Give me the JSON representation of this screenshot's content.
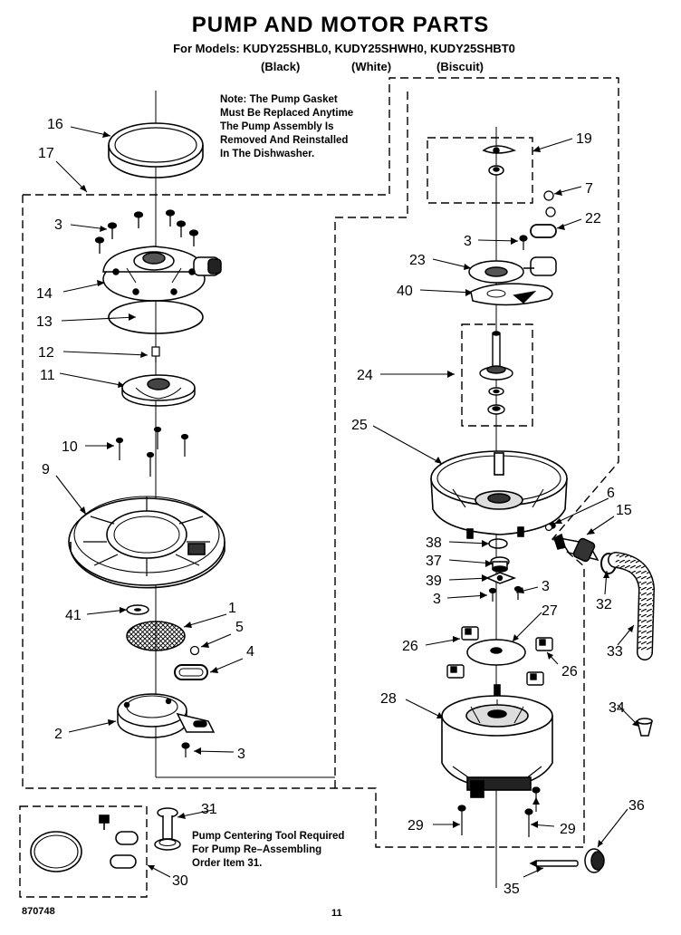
{
  "header": {
    "title": "PUMP AND MOTOR PARTS",
    "models_line": "For Models: KUDY25SHBL0, KUDY25SHWH0, KUDY25SHBT0",
    "variants": [
      "(Black)",
      "(White)",
      "(Biscuit)"
    ]
  },
  "note": {
    "lines": [
      "Note: The Pump Gasket",
      "Must Be Replaced Anytime",
      "The Pump Assembly Is",
      "Removed And Reinstalled",
      "In The Dishwasher."
    ]
  },
  "tool_note": {
    "lines": [
      "Pump Centering Tool Required",
      "For Pump Re–Assembling",
      "Order Item 31."
    ]
  },
  "callouts": {
    "c16": "16",
    "c17": "17",
    "c3a": "3",
    "c14": "14",
    "c13": "13",
    "c12": "12",
    "c11": "11",
    "c10": "10",
    "c9": "9",
    "c41": "41",
    "c1": "1",
    "c5": "5",
    "c4": "4",
    "c2": "2",
    "c3b": "3",
    "c31": "31",
    "c30": "30",
    "c19": "19",
    "c7": "7",
    "c22": "22",
    "c3c": "3",
    "c23": "23",
    "c40": "40",
    "c24": "24",
    "c25": "25",
    "c6": "6",
    "c15": "15",
    "c38": "38",
    "c37": "37",
    "c39": "39",
    "c3d": "3",
    "c3e": "3",
    "c32": "32",
    "c27": "27",
    "c26a": "26",
    "c26b": "26",
    "c33": "33",
    "c28": "28",
    "c34": "34",
    "c36": "36",
    "c29a": "29",
    "c29b": "29",
    "c35": "35"
  },
  "footer": {
    "doc_number": "870748",
    "page_number": "11"
  }
}
